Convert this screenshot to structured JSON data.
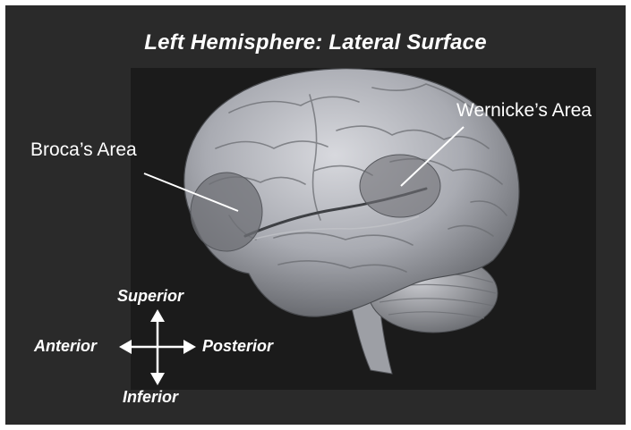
{
  "title": "Left Hemisphere: Lateral Surface",
  "labels": {
    "broca": "Broca’s Area",
    "wernicke": "Wernicke’s Area"
  },
  "compass": {
    "superior": "Superior",
    "inferior": "Inferior",
    "anterior": "Anterior",
    "posterior": "Posterior"
  },
  "colors": {
    "background": "#2a2a2a",
    "brain": "#a9abb2",
    "highlight": "#6f7075",
    "text": "#ffffff"
  }
}
